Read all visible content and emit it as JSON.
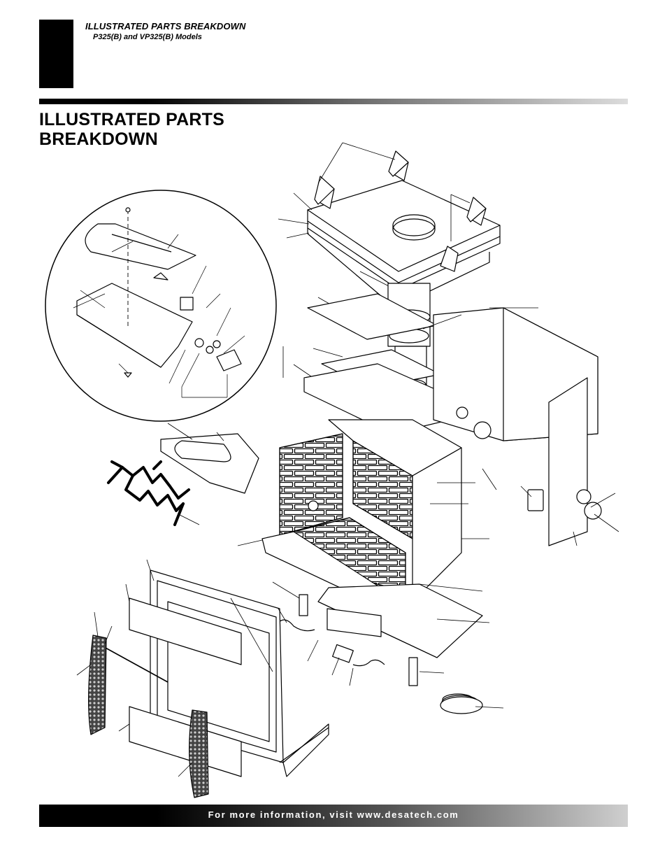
{
  "header": {
    "title": "ILLUSTRATED PARTS BREAKDOWN",
    "subtitle": "P325(B) and VP325(B) Models"
  },
  "section": {
    "title_line1": "ILLUSTRATED PARTS",
    "title_line2": "BREAKDOWN"
  },
  "footer": {
    "text": "For more information, visit www.desatech.com"
  }
}
